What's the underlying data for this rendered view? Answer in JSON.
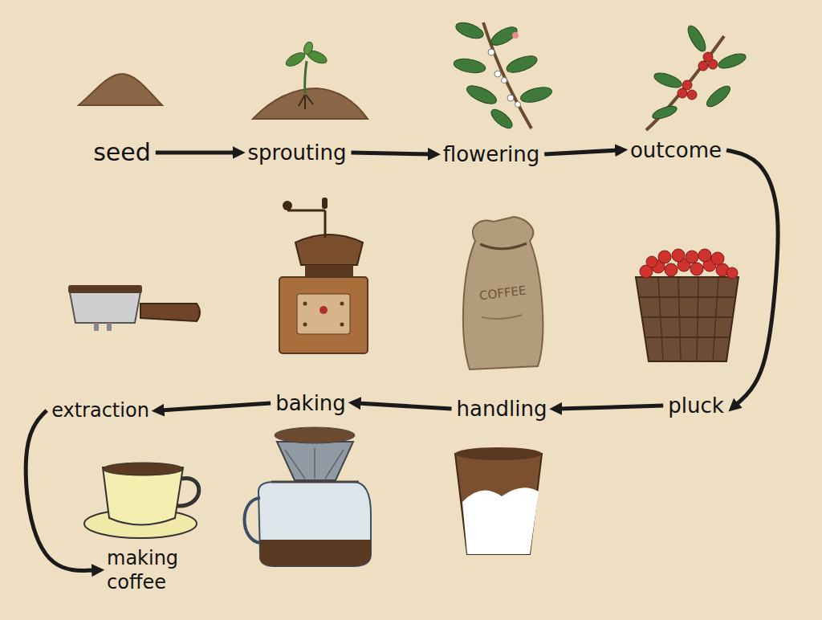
{
  "diagram": {
    "nodes": [
      {
        "text": [
          "seed"
        ]
      },
      {
        "text": [
          "sprouting"
        ]
      },
      {
        "text": [
          "flowering"
        ]
      },
      {
        "text": [
          "outcome"
        ]
      },
      {
        "text": [
          "pluck"
        ]
      },
      {
        "text": [
          "handling"
        ]
      },
      {
        "text": [
          "baking"
        ]
      },
      {
        "text": [
          "extraction"
        ]
      },
      {
        "text": [
          "making coffee"
        ]
      }
    ],
    "edges": [
      {
        "from": 0,
        "to": 1,
        "arrow": "to"
      },
      {
        "from": 1,
        "to": 2,
        "arrow": "to"
      },
      {
        "from": 2,
        "to": 3,
        "arrow": "to"
      },
      {
        "from": 3,
        "to": 4,
        "arrow": "to"
      },
      {
        "from": 4,
        "to": 5,
        "arrow": "to"
      },
      {
        "from": 5,
        "to": 6,
        "arrow": "to"
      },
      {
        "from": 6,
        "to": 7,
        "arrow": "to"
      },
      {
        "from": 7,
        "to": 8,
        "arrow": "to"
      }
    ],
    "labels": [
      "COFFEE"
    ]
  }
}
